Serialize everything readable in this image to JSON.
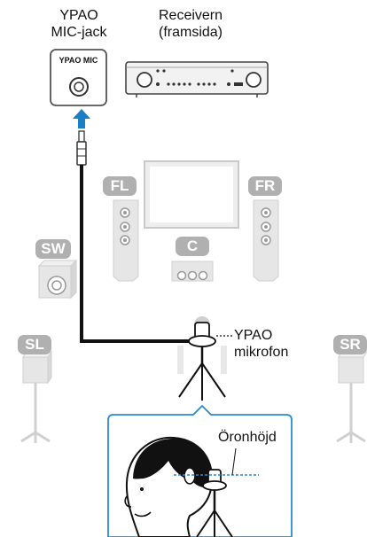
{
  "labels": {
    "ypao_jack": [
      "YPAO",
      "MIC-jack"
    ],
    "receiver": [
      "Receivern",
      "(framsida)"
    ],
    "panel_text": "YPAO MIC",
    "microphone": [
      "YPAO",
      "mikrofon"
    ],
    "ear_height": "Öronhöjd"
  },
  "speakers": {
    "front_left": "FL",
    "front_right": "FR",
    "subwoofer": "SW",
    "center": "C",
    "surround_left": "SL",
    "surround_right": "SR"
  },
  "colors": {
    "arrow": "#1a7fc4",
    "callout_border": "#2a8ad0",
    "ear_line": "#2a8ad0",
    "tag_bg": "#b0b0b0",
    "speaker_fill": "#e6e6e6"
  }
}
